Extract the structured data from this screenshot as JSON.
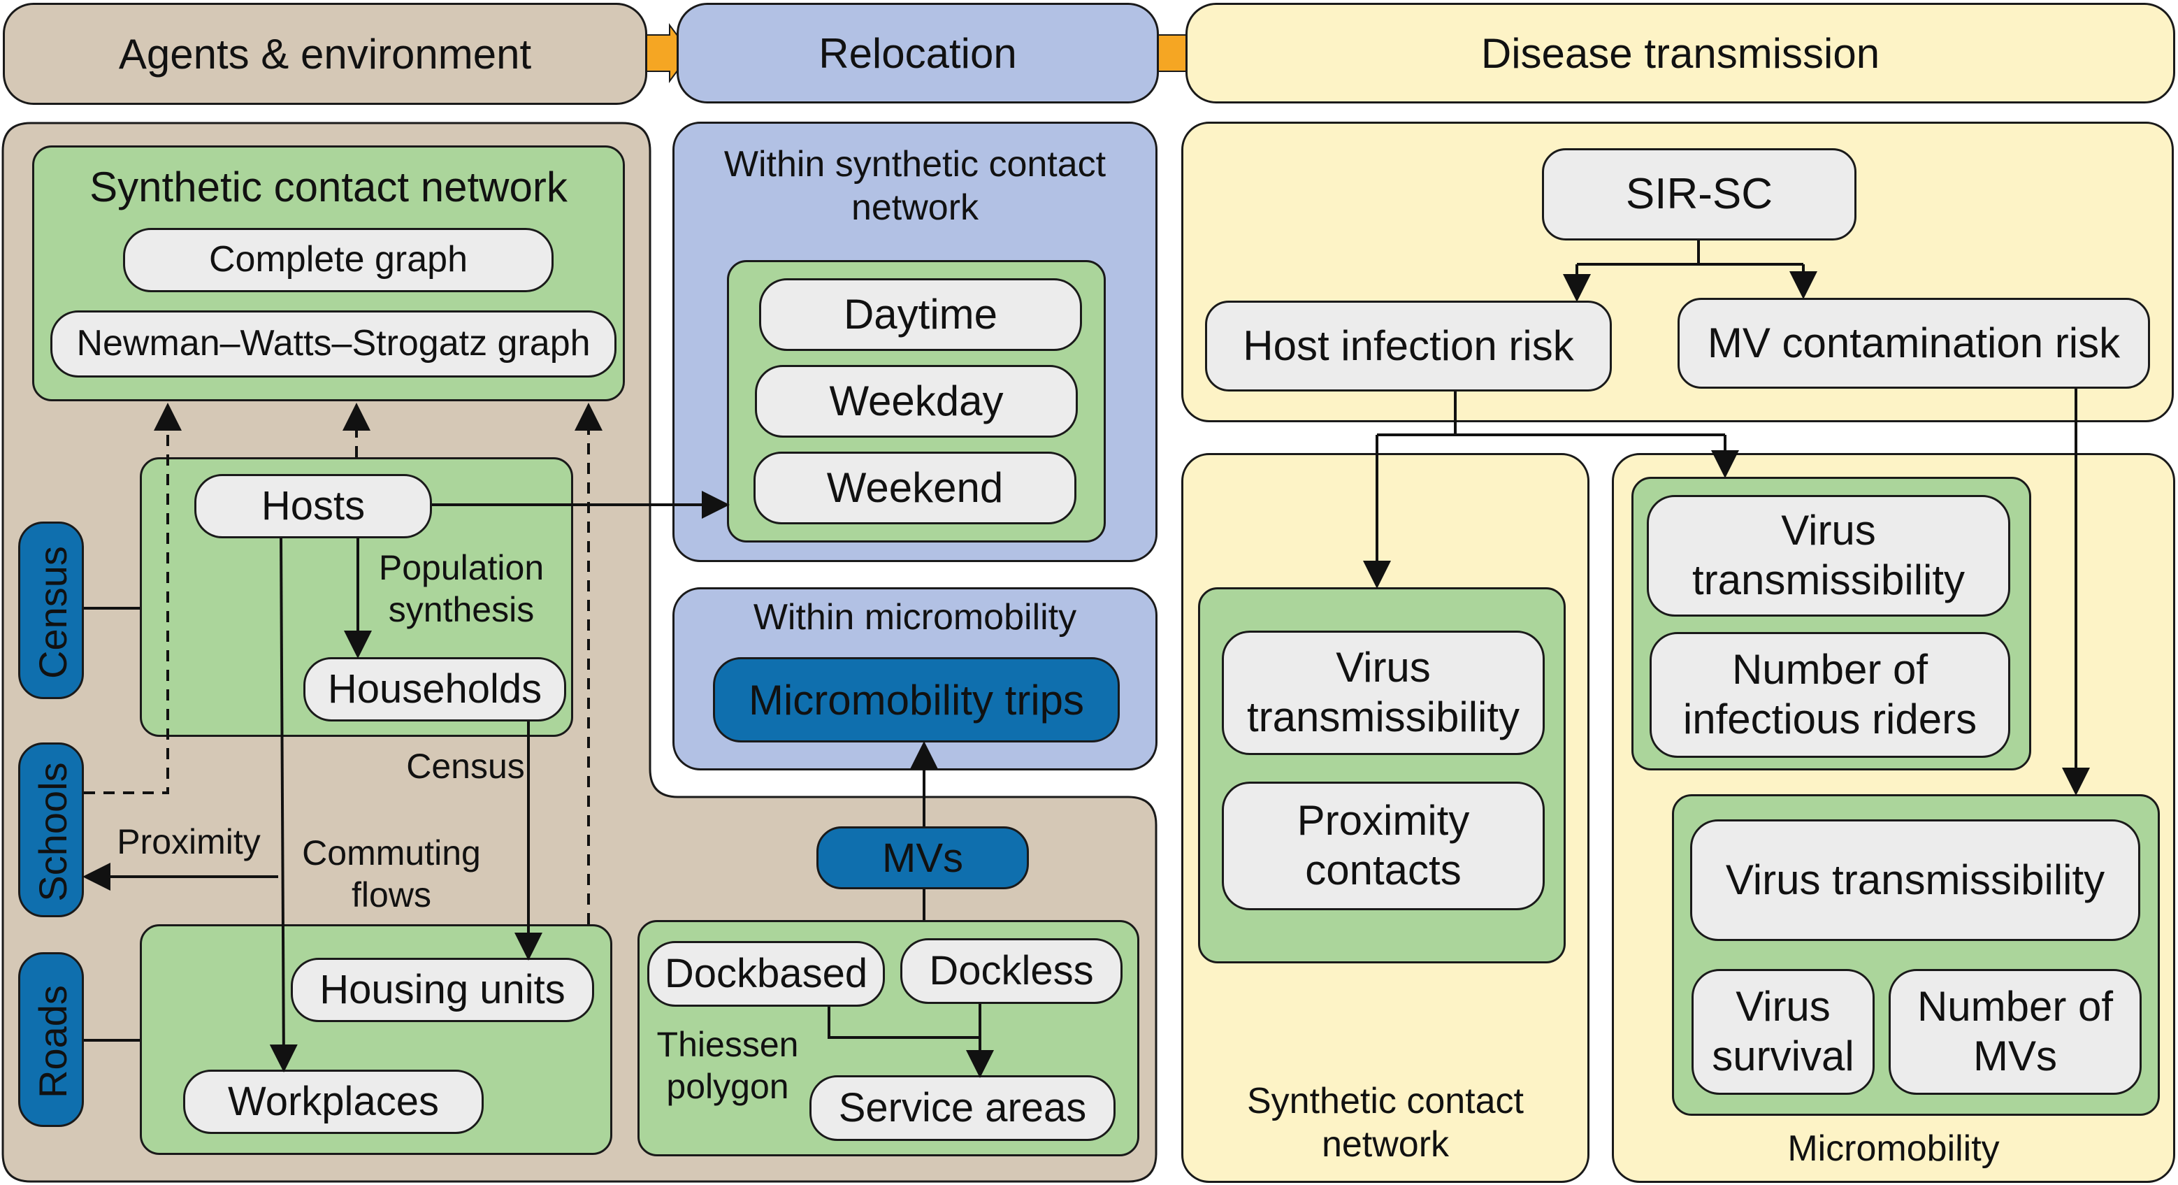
{
  "headers": {
    "agents_environment": "Agents & environment",
    "relocation": "Relocation",
    "disease_transmission": "Disease transmission"
  },
  "agents": {
    "synthetic_contact_network_title": "Synthetic contact network",
    "complete_graph": "Complete graph",
    "nws_graph": "Newman–Watts–Strogatz graph",
    "hosts": "Hosts",
    "population_synthesis": "Population synthesis",
    "households": "Households",
    "census_edge_label": "Census",
    "proximity_label": "Proximity",
    "commuting_flows_label": "Commuting flows",
    "housing_units": "Housing units",
    "workplaces": "Workplaces",
    "side_census": "Census",
    "side_schools": "Schools",
    "side_roads": "Roads",
    "mvs": "MVs",
    "dockbased": "Dockbased",
    "dockless": "Dockless",
    "thiessen_polygon": "Thiessen polygon",
    "service_areas": "Service areas"
  },
  "relocation": {
    "within_network_title": "Within synthetic contact network",
    "daytime": "Daytime",
    "weekday": "Weekday",
    "weekend": "Weekend",
    "within_micromobility_title": "Within micromobility",
    "micromobility_trips": "Micromobility trips"
  },
  "disease": {
    "sir_sc": "SIR-SC",
    "host_infection_risk": "Host infection risk",
    "mv_contamination_risk": "MV contamination risk",
    "scn_virus_transmissibility": "Virus transmissibility",
    "scn_proximity_contacts": "Proximity contacts",
    "scn_label": "Synthetic contact network",
    "mm_virus_transmissibility_1": "Virus transmissibility",
    "mm_number_infectious_riders": "Number of infectious riders",
    "mm_virus_transmissibility_2": "Virus transmissibility",
    "mm_virus_survival": "Virus survival",
    "mm_number_of_mvs": "Number of MVs",
    "mm_label": "Micromobility"
  },
  "colors": {
    "tan": "#d5c8b6",
    "blue": "#b2c1e4",
    "yellow": "#fdf3c6",
    "green": "#abd59b",
    "pill": "#ececec",
    "dark_blue": "#0f6fae",
    "arrow_orange": "#f5a623"
  }
}
